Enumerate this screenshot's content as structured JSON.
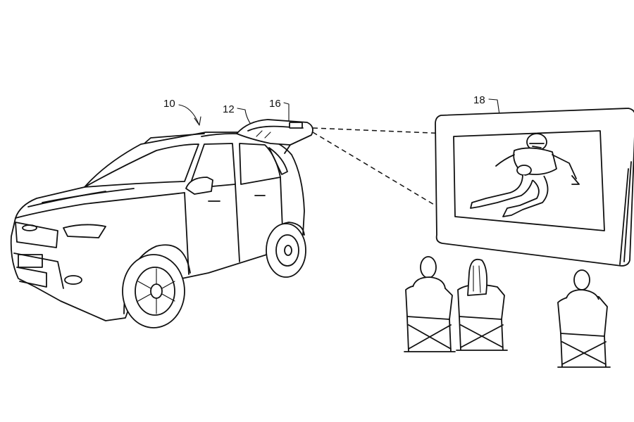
{
  "figure": {
    "labels": {
      "vehicle": "10",
      "liftgate": "12",
      "projector": "16",
      "screen": "18"
    }
  },
  "icons": {
    "vehicle": "suv-vehicle-icon",
    "projector": "projector-icon",
    "screen": "projection-screen-icon",
    "viewers": "seated-viewer-icon"
  },
  "colors": {
    "line": "#111111",
    "background": "#ffffff"
  }
}
